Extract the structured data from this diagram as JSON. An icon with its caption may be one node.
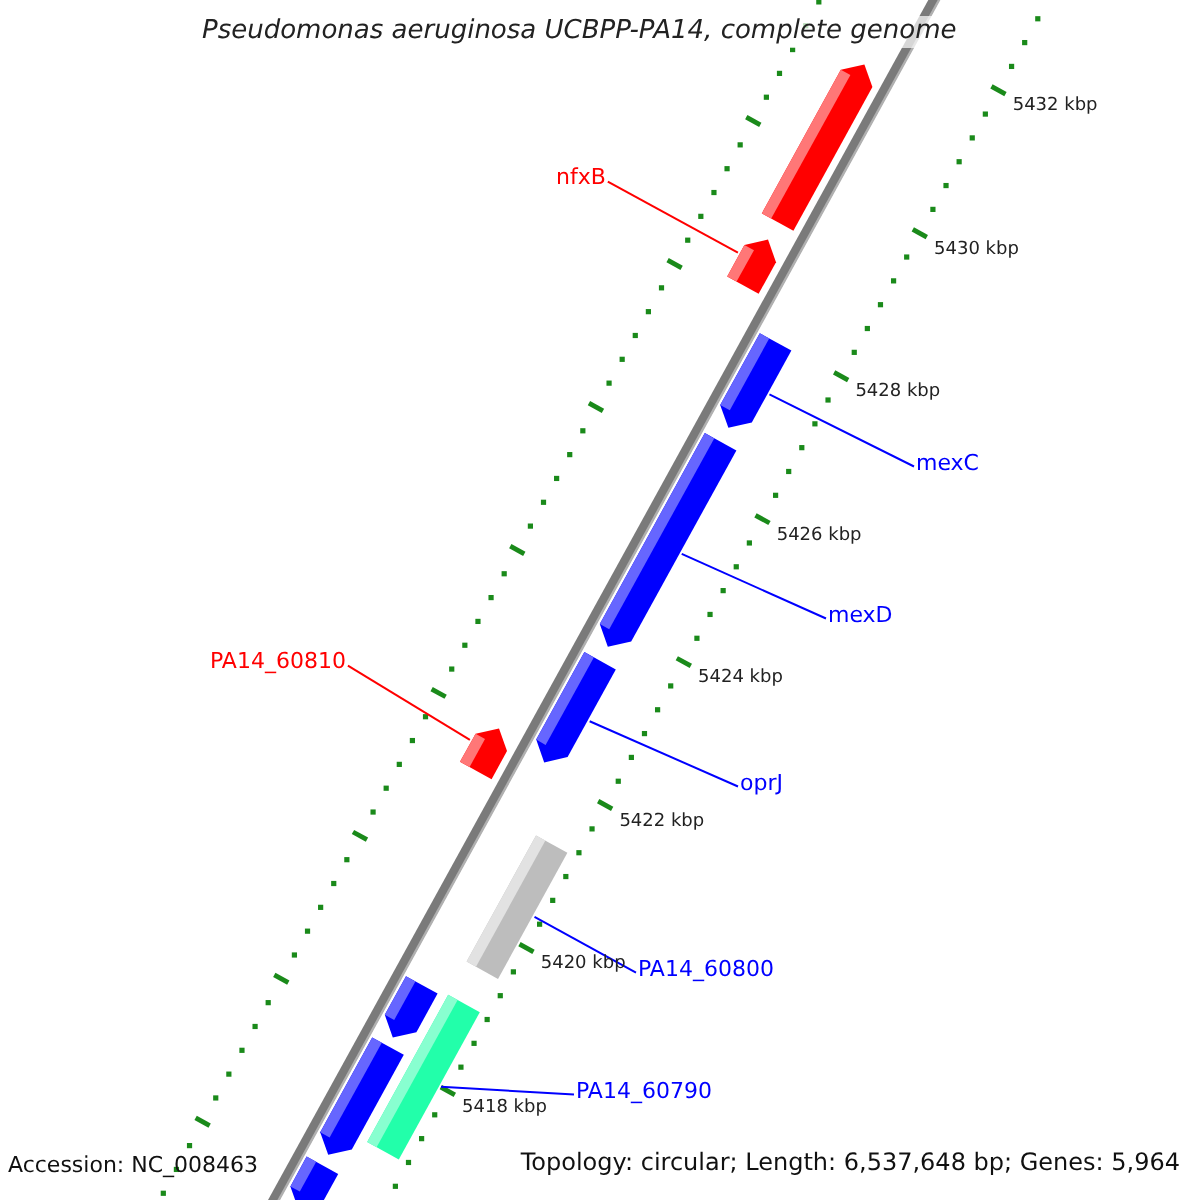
{
  "diagram": {
    "title": "Pseudomonas aeruginosa UCBPP-PA14, complete genome",
    "nodes": [
      {
        "text": [
          "nfxB"
        ]
      },
      {
        "text": [],
        "shape": "arrow"
      },
      {
        "text": [
          "mexC"
        ]
      },
      {
        "text": [],
        "shape": "arrow"
      },
      {
        "text": [
          "mexD"
        ]
      },
      {
        "text": [],
        "shape": "arrow"
      },
      {
        "text": [
          "PA14_60810"
        ]
      },
      {
        "text": [],
        "shape": "arrow"
      },
      {
        "text": [
          "oprJ"
        ]
      },
      {
        "text": [],
        "shape": "arrow"
      },
      {
        "text": [
          "PA14_60800"
        ]
      },
      {
        "text": [],
        "shape": "box"
      },
      {
        "text": [
          "PA14_60790"
        ]
      },
      {
        "text": [],
        "shape": "box"
      },
      {
        "text": [],
        "shape": "arrow"
      },
      {
        "text": [],
        "shape": "arrow"
      },
      {
        "text": [],
        "shape": "arrow"
      },
      {
        "text": [],
        "shape": "arrow"
      }
    ],
    "edges": [
      {
        "from": 0,
        "to": 1,
        "arrow": "none",
        "color": "#ff0000"
      },
      {
        "from": 2,
        "to": 3,
        "arrow": "none"
      },
      {
        "from": 4,
        "to": 5,
        "arrow": "none"
      },
      {
        "from": 6,
        "to": 7,
        "arrow": "none",
        "color": "#ff0000"
      },
      {
        "from": 8,
        "to": 9,
        "arrow": "none"
      },
      {
        "from": 10,
        "to": 11,
        "arrow": "none"
      },
      {
        "from": 12,
        "to": 13,
        "arrow": "none"
      }
    ],
    "labels": [
      "5432 kbp",
      "5430 kbp",
      "5428 kbp",
      "5426 kbp",
      "5424 kbp",
      "5422 kbp",
      "5420 kbp",
      "5418 kbp",
      "Accession: NC_008463",
      "Topology: circular; Length: 6,537,648 bp; Genes: 5,964"
    ]
  }
}
